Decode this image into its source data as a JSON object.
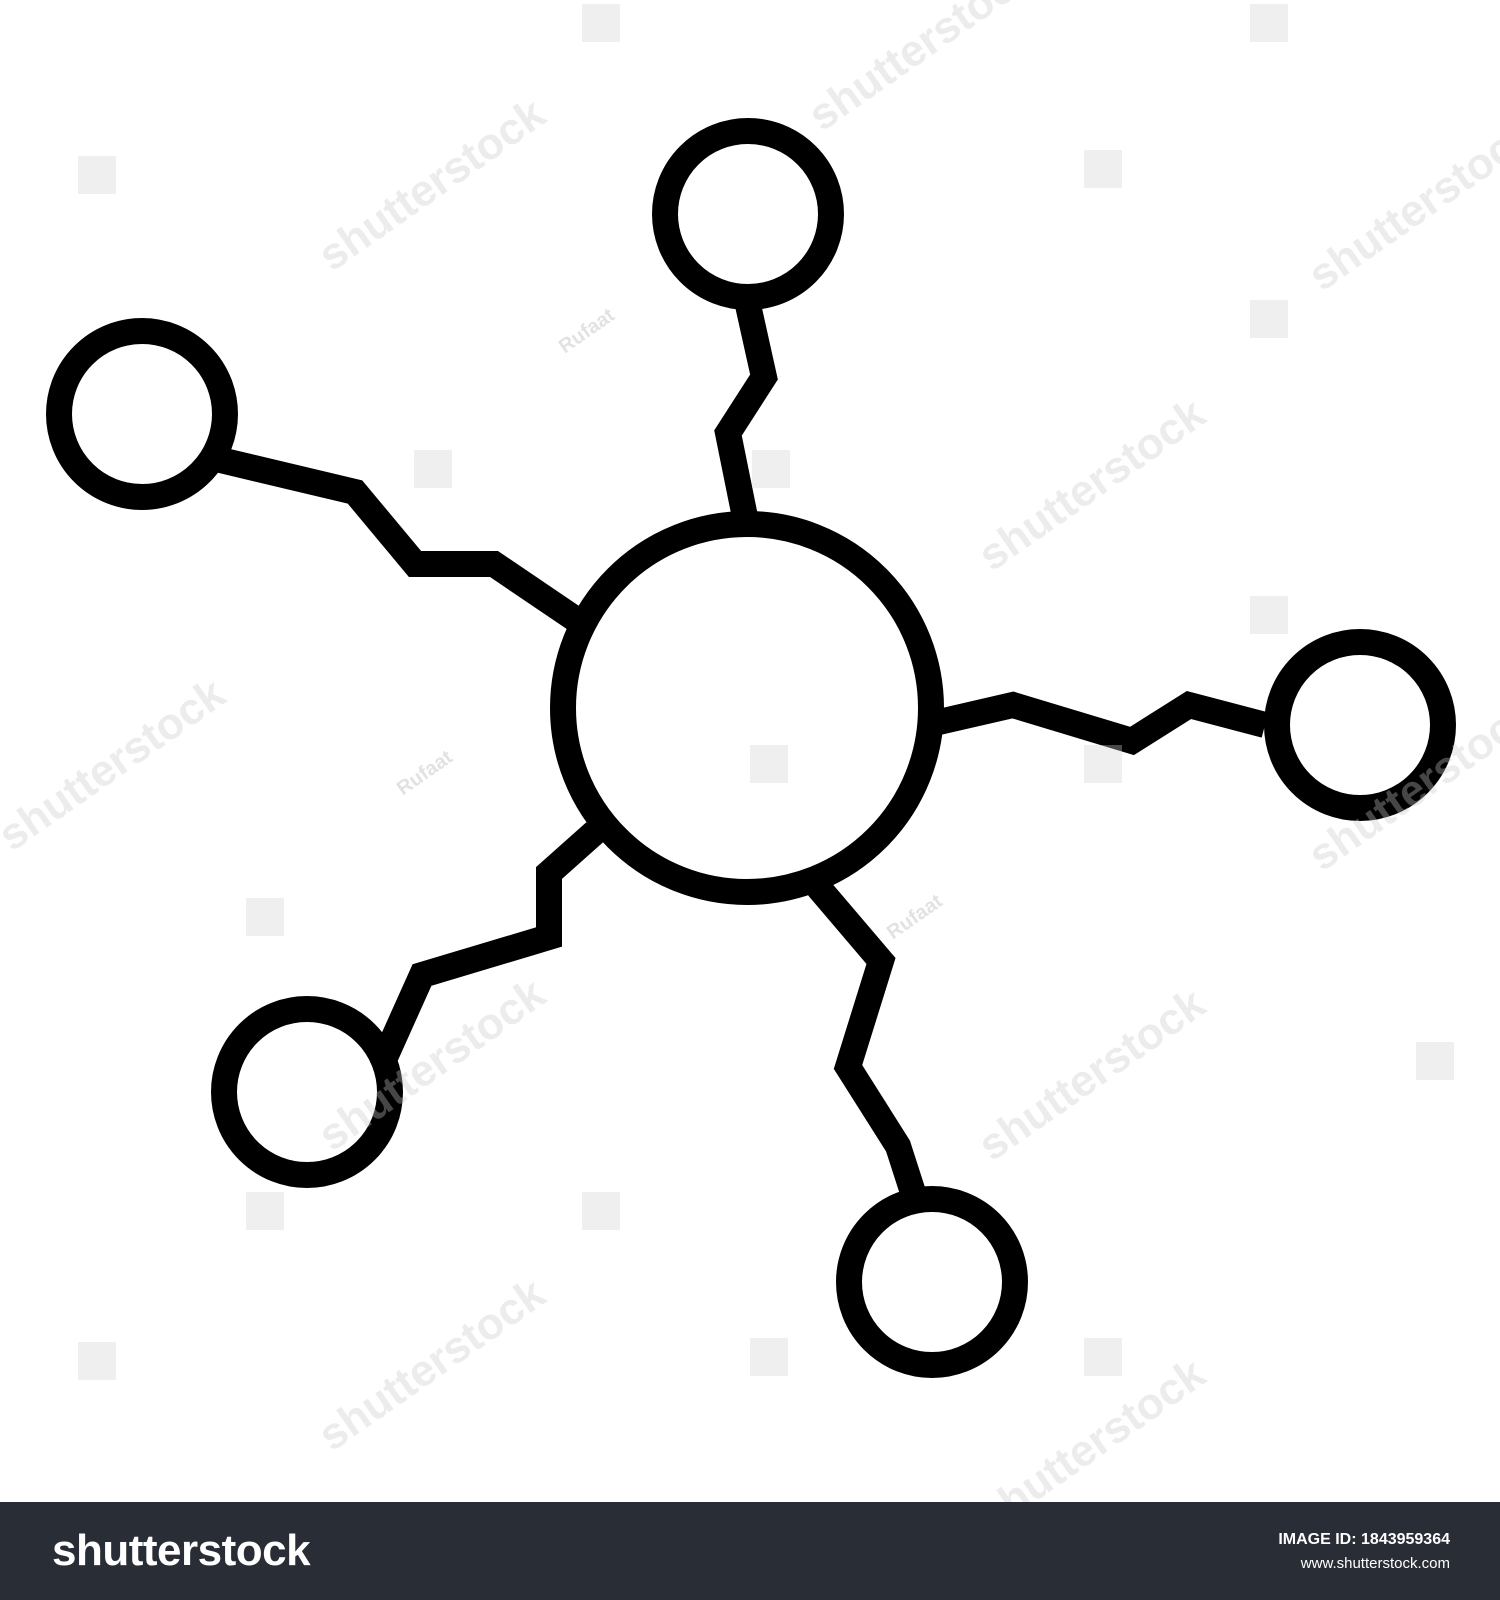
{
  "watermark": {
    "brand": "shutterstock",
    "author": "Rufaat"
  },
  "footer": {
    "logo_text": "shutterstock",
    "image_id_label": "IMAGE ID:",
    "image_id_value": "1843959364",
    "site_url": "www.shutterstock.com",
    "background_color": "#292d36"
  },
  "icon": {
    "name": "network-hub-icon",
    "stroke_color": "#000000",
    "fill_color": "#ffffff"
  }
}
